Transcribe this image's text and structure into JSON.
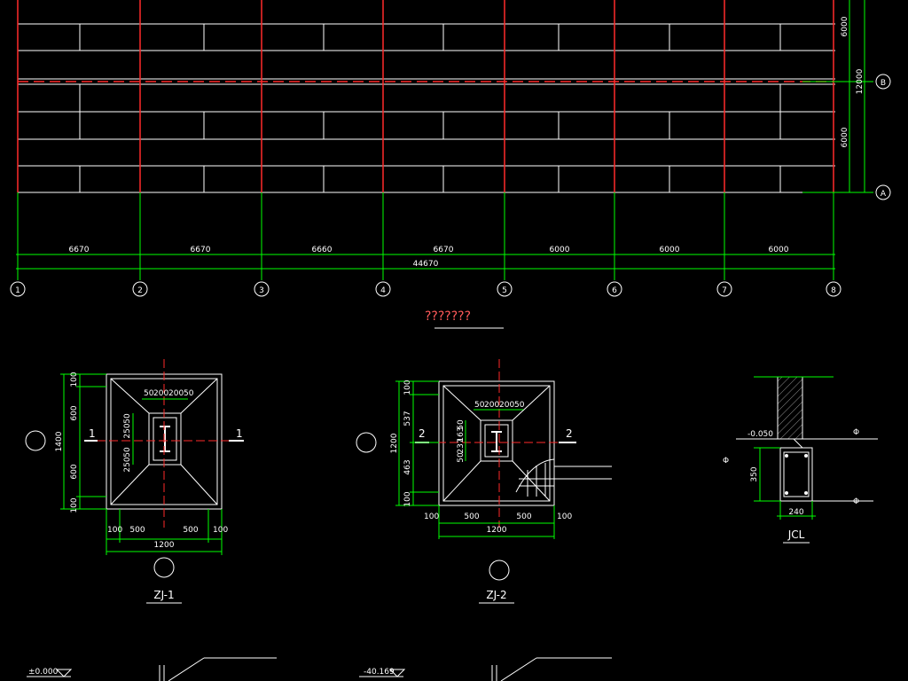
{
  "plan": {
    "grid_axes": [
      "1",
      "2",
      "3",
      "4",
      "5",
      "6",
      "7",
      "8"
    ],
    "row_axes": [
      "B",
      "A"
    ],
    "bay_dims": [
      "6670",
      "6670",
      "6660",
      "6670",
      "6000",
      "6000",
      "6000"
    ],
    "total_dim": "44670",
    "right_dims": [
      "6000",
      "6000"
    ],
    "right_total": "12000"
  },
  "section_title": "???????",
  "zj1": {
    "label": "ZJ-1",
    "top_dims": [
      "50",
      "200",
      "200",
      "50"
    ],
    "left_total": "1400",
    "left_dims": [
      "100",
      "600",
      "600",
      "100"
    ],
    "inner_dims_upper": [
      "50",
      "250"
    ],
    "inner_dims_lower": [
      "50",
      "250"
    ],
    "bottom_dims": [
      "100",
      "500",
      "500",
      "100"
    ],
    "bottom_total": "1200",
    "section_mark": "1"
  },
  "zj2": {
    "label": "ZJ-2",
    "top_dims": [
      "50",
      "200",
      "200",
      "50"
    ],
    "left_total": "1200",
    "left_dims": [
      "100",
      "537",
      "463",
      "100"
    ],
    "inner_dims": [
      "50",
      "163",
      "237",
      "50"
    ],
    "bottom_dims": [
      "100",
      "500",
      "500",
      "100"
    ],
    "bottom_total": "1200",
    "section_mark": "2"
  },
  "jcl": {
    "label": "JCL",
    "elevation": "-0.050",
    "height": "350",
    "width": "240",
    "bar_symbol": "Φ"
  },
  "bottom_elevations": [
    "±0.000",
    "-40.169"
  ],
  "colors": {
    "background": "#000000",
    "grid_red": "#ff2a2a",
    "dim_green": "#00ff00",
    "line_white": "#ffffff",
    "hatch": "#c8c8c8"
  }
}
